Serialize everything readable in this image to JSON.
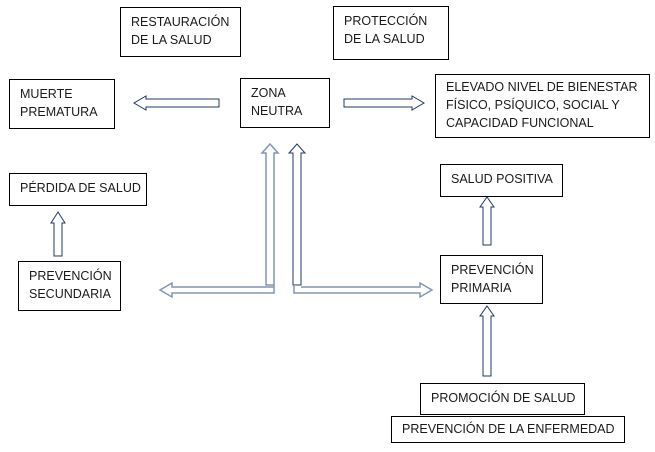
{
  "diagram": {
    "nodes": {
      "restauracion": {
        "lines": [
          "RESTAURACIÓN",
          "DE LA SALUD"
        ]
      },
      "proteccion": {
        "lines": [
          "PROTECCIÓN",
          "DE LA SALUD"
        ]
      },
      "muerte": {
        "lines": [
          "MUERTE",
          "PREMATURA"
        ]
      },
      "zona": {
        "lines": [
          "ZONA",
          "NEUTRA"
        ]
      },
      "elevado": {
        "lines": [
          "ELEVADO NIVEL DE BIENESTAR",
          "FÍSICO, PSÍQUICO, SOCIAL Y",
          "CAPACIDAD FUNCIONAL"
        ]
      },
      "perdida": {
        "lines": [
          "PÉRDIDA DE SALUD"
        ]
      },
      "positiva": {
        "lines": [
          "SALUD POSITIVA"
        ]
      },
      "secundaria": {
        "lines": [
          "PREVENCIÓN",
          "SECUNDARIA"
        ]
      },
      "primaria": {
        "lines": [
          "PREVENCIÓN",
          "PRIMARIA"
        ]
      },
      "promocion": {
        "lines": [
          "PROMOCIÓN DE SALUD"
        ]
      },
      "prevencion_enf": {
        "lines": [
          "PREVENCIÓN DE LA ENFERMEDAD"
        ]
      }
    },
    "edges": [
      {
        "from": "zona",
        "to": "muerte"
      },
      {
        "from": "zona",
        "to": "elevado"
      },
      {
        "from": "secundaria",
        "to": "perdida"
      },
      {
        "from": "primaria",
        "to": "positiva"
      },
      {
        "from": "promocion",
        "to": "primaria"
      },
      {
        "from": "junction",
        "to": "zona",
        "note": "left vertical branch"
      },
      {
        "from": "junction",
        "to": "zona",
        "note": "right vertical branch"
      },
      {
        "from": "junction",
        "to": "secundaria"
      },
      {
        "from": "junction",
        "to": "primaria"
      }
    ],
    "colors": {
      "box_border": "#000000",
      "arrow_dark": "#1f3864",
      "arrow_gray": "#8496b0"
    }
  }
}
